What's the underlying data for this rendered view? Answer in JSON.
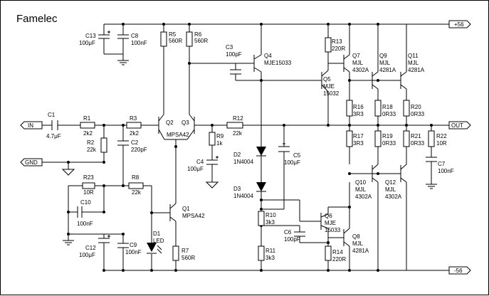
{
  "title": "Famelec",
  "ports": {
    "vpos": "+56",
    "vneg": "-56",
    "in": "IN",
    "gnd": "GND",
    "out": "OUT"
  },
  "components": {
    "c13": [
      "C13",
      "100μF"
    ],
    "c8": [
      "C8",
      "100nF"
    ],
    "r5": [
      "R5",
      "560R"
    ],
    "r6": [
      "R6",
      "560R"
    ],
    "c3": [
      "C3",
      "100pF"
    ],
    "q4": [
      "Q4",
      "MJE15033"
    ],
    "r13": [
      "R13",
      "220R"
    ],
    "q7": [
      "Q7",
      "MJL",
      "4302A"
    ],
    "q9": [
      "Q9",
      "MJL",
      "4281A"
    ],
    "q11": [
      "Q11",
      "MJL",
      "4281A"
    ],
    "q5": [
      "Q5",
      "MJE",
      "15032"
    ],
    "r16": [
      "R16",
      "3R3"
    ],
    "r18": [
      "R18",
      "0R33"
    ],
    "r20": [
      "R20",
      "0R33"
    ],
    "c1": [
      "C1",
      "4.7μF"
    ],
    "r1": [
      "R1",
      "2k2"
    ],
    "r3": [
      "R3",
      "2k2"
    ],
    "q2q3": [
      "Q2",
      "Q3",
      "MPSA42"
    ],
    "r12": [
      "R12",
      "22k"
    ],
    "r17": [
      "R17",
      "3R3"
    ],
    "r19": [
      "R19",
      "0R33"
    ],
    "r21": [
      "R21",
      "0R33"
    ],
    "r22": [
      "R22",
      "10R"
    ],
    "r2": [
      "R2",
      "22k"
    ],
    "c2": [
      "C2",
      "220pF"
    ],
    "r9": [
      "R9",
      "1k"
    ],
    "c4": [
      "C4",
      "100μF"
    ],
    "d2": [
      "D2",
      "1N4004"
    ],
    "c5": [
      "C5",
      "100μF"
    ],
    "c7": [
      "C7",
      "100nF"
    ],
    "q10": [
      "Q10",
      "MJL",
      "4302A"
    ],
    "q12": [
      "Q12",
      "MJL",
      "4302A"
    ],
    "r23": [
      "R23",
      "10R"
    ],
    "r8": [
      "R8",
      "22k"
    ],
    "d3": [
      "D3",
      "1N4004"
    ],
    "c10": [
      "C10",
      "100nF"
    ],
    "q1": [
      "Q1",
      "MPSA42"
    ],
    "r10": [
      "R10",
      "3k3"
    ],
    "q6": [
      "Q6",
      "MJE",
      "15033"
    ],
    "c6": [
      "C6",
      "100pF"
    ],
    "d1": [
      "D1",
      "LED"
    ],
    "c12": [
      "C12",
      "100μF"
    ],
    "c9": [
      "C9",
      "100nF"
    ],
    "r7": [
      "R7",
      "560R"
    ],
    "r11": [
      "R11",
      "3k3"
    ],
    "r14": [
      "R14",
      "220R"
    ],
    "q8": [
      "Q8",
      "MJL",
      "4281A"
    ]
  }
}
